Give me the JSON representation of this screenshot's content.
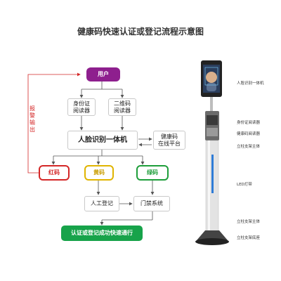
{
  "title": "健康码快速认证或登记流程示意图",
  "nodes": {
    "user": "用户",
    "id_reader_1": "身份证",
    "id_reader_2": "阅读器",
    "qr_reader_1": "二维码",
    "qr_reader_2": "阅读器",
    "face_terminal": "人脸识别一体机",
    "platform_1": "健康码",
    "platform_2": "在线平台",
    "red": "红码",
    "yellow": "黄码",
    "green": "绿码",
    "manual": "人工登记",
    "access": "门禁系统",
    "final": "认证或登记成功快速通行"
  },
  "alarm_label": [
    "报",
    "警",
    "输",
    "出"
  ],
  "device_labels": {
    "face_terminal": "人脸识别一体机",
    "id_reader": "身份证阅读器",
    "qr_reader": "健康码阅读器",
    "stand_body": "立柱支架主体",
    "led": "LED灯带",
    "stand_body_2": "立柱支架主体",
    "stand_base": "立柱支架底座"
  },
  "colors": {
    "purple": "#8e1f8e",
    "red": "#d42727",
    "yellow": "#e0b400",
    "green": "#1e9e3a",
    "final_green": "#17a34a"
  }
}
